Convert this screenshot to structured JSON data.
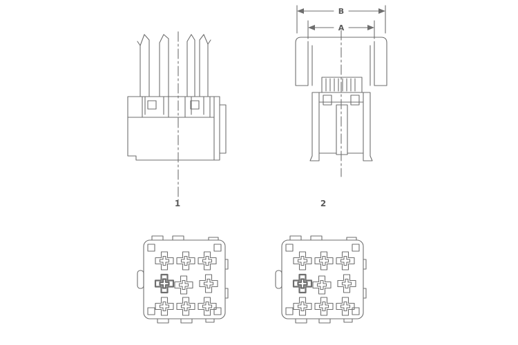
{
  "figure": {
    "line_color": "#6e6e6e",
    "label_color": "#5a5a5a",
    "views": {
      "side": {
        "label": "1"
      },
      "front": {
        "label": "2"
      }
    },
    "dimensions": {
      "outer": "B",
      "inner": "A"
    }
  }
}
